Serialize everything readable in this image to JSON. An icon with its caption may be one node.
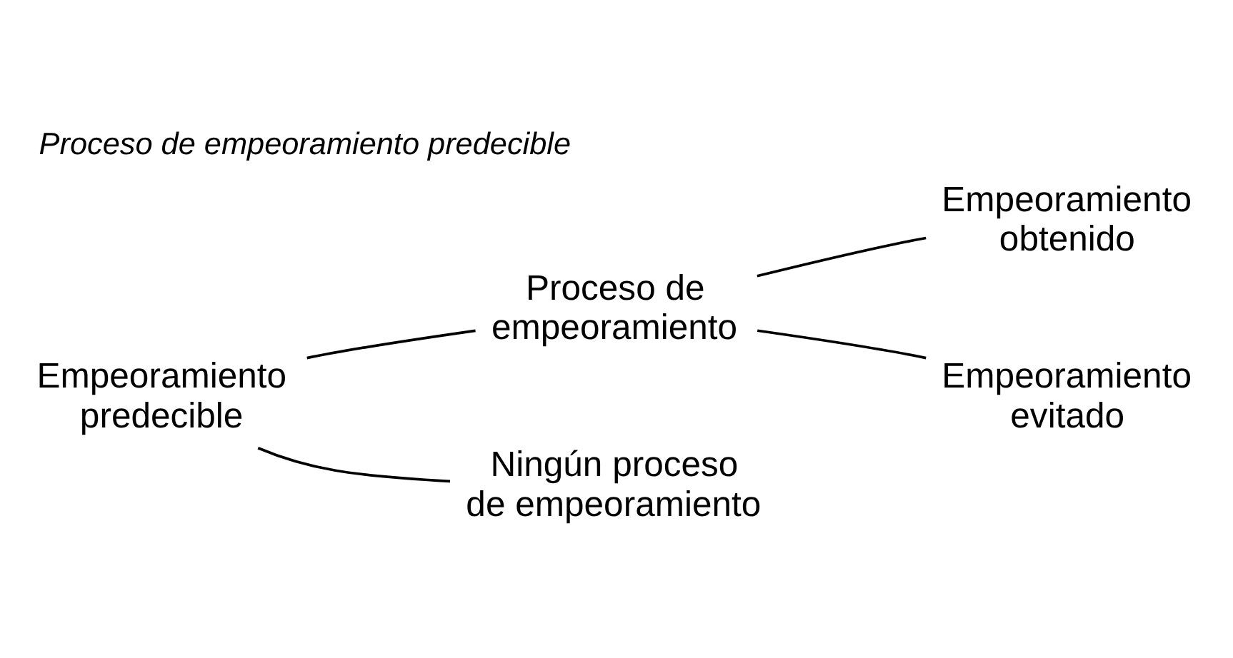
{
  "diagram": {
    "title": "Proceso de empeoramiento predecible",
    "nodes": [
      {
        "text": [
          "Empeoramiento predecible"
        ]
      },
      {
        "text": [
          "Proceso de empeoramiento"
        ]
      },
      {
        "text": [
          "Empeoramiento obtenido"
        ]
      },
      {
        "text": [
          "Empeoramiento evitado"
        ]
      },
      {
        "text": [
          "Ningún proceso de empeoramiento"
        ]
      }
    ],
    "edges": [
      {
        "from": 0,
        "to": 1,
        "arrow": "none"
      },
      {
        "from": 0,
        "to": 4,
        "arrow": "none"
      },
      {
        "from": 1,
        "to": 2,
        "arrow": "none"
      },
      {
        "from": 1,
        "to": 3,
        "arrow": "none"
      }
    ]
  }
}
